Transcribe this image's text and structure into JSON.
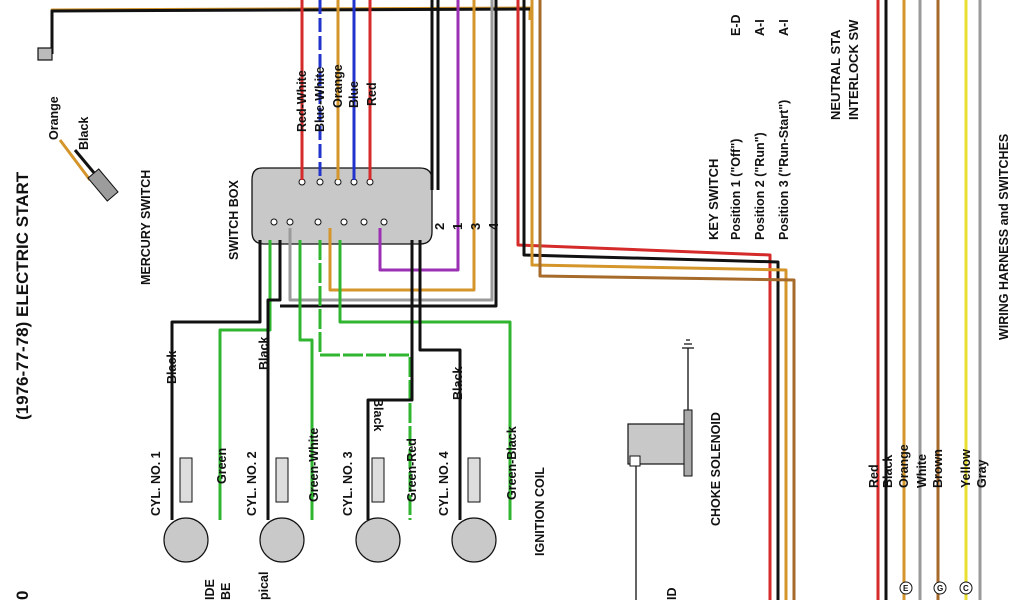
{
  "title": "(1976-77-78) ELECTRIC START",
  "title_prefix_fragment": "0",
  "mercury_switch": {
    "label": "MERCURY SWITCH",
    "wires": [
      "Orange",
      "Black"
    ]
  },
  "switch_box": {
    "label": "SWITCH BOX",
    "top_wires": [
      "Red-White",
      "Blue-White",
      "Orange",
      "Blue",
      "Red"
    ],
    "terminal_numbers": [
      "2",
      "1",
      "3",
      "4"
    ]
  },
  "cylinders": [
    {
      "label": "CYL. NO. 1",
      "ground_wire": "Black",
      "signal_wire": "Green"
    },
    {
      "label": "CYL. NO. 2",
      "ground_wire": "Black",
      "signal_wire": "Green-White"
    },
    {
      "label": "CYL. NO. 3",
      "ground_wire": "Black",
      "signal_wire": "Green-Red"
    },
    {
      "label": "CYL. NO. 4",
      "ground_wire": "Black",
      "signal_wire": "Green-Black"
    }
  ],
  "ignition_coil_label": "IGNITION COIL",
  "bottom_fragments": [
    "IDE",
    "BE",
    "pical"
  ],
  "key_switch": {
    "label": "KEY SWITCH",
    "positions": [
      {
        "name": "Position 1 (\"Off\")",
        "code": "E-D"
      },
      {
        "name": "Position 2 (\"Run\")",
        "code": "A-I"
      },
      {
        "name": "Position 3 (\"Run-Start\")",
        "code": "A-I"
      }
    ]
  },
  "choke_solenoid_label": "CHOKE SOLENOID",
  "bottom_id_fragment": "ID",
  "neutral_start": {
    "line1": "NEUTRAL STA",
    "line2": "INTERLOCK SW"
  },
  "harness_label": "WIRING HARNESS and SWITCHES",
  "harness_wires": [
    "Red",
    "Black",
    "Orange",
    "White",
    "Brown",
    "Yellow",
    "Gray"
  ],
  "harness_terminal_glyphs": [
    "E",
    "G",
    "C"
  ],
  "colors": {
    "red": "#d42a2a",
    "blue": "#2233cc",
    "orange": "#d4952a",
    "brown": "#a66a2a",
    "green": "#2fb52f",
    "purple": "#9b30b5",
    "yellow": "#e8e030",
    "gray": "#9a9a9a",
    "black": "#111111"
  }
}
